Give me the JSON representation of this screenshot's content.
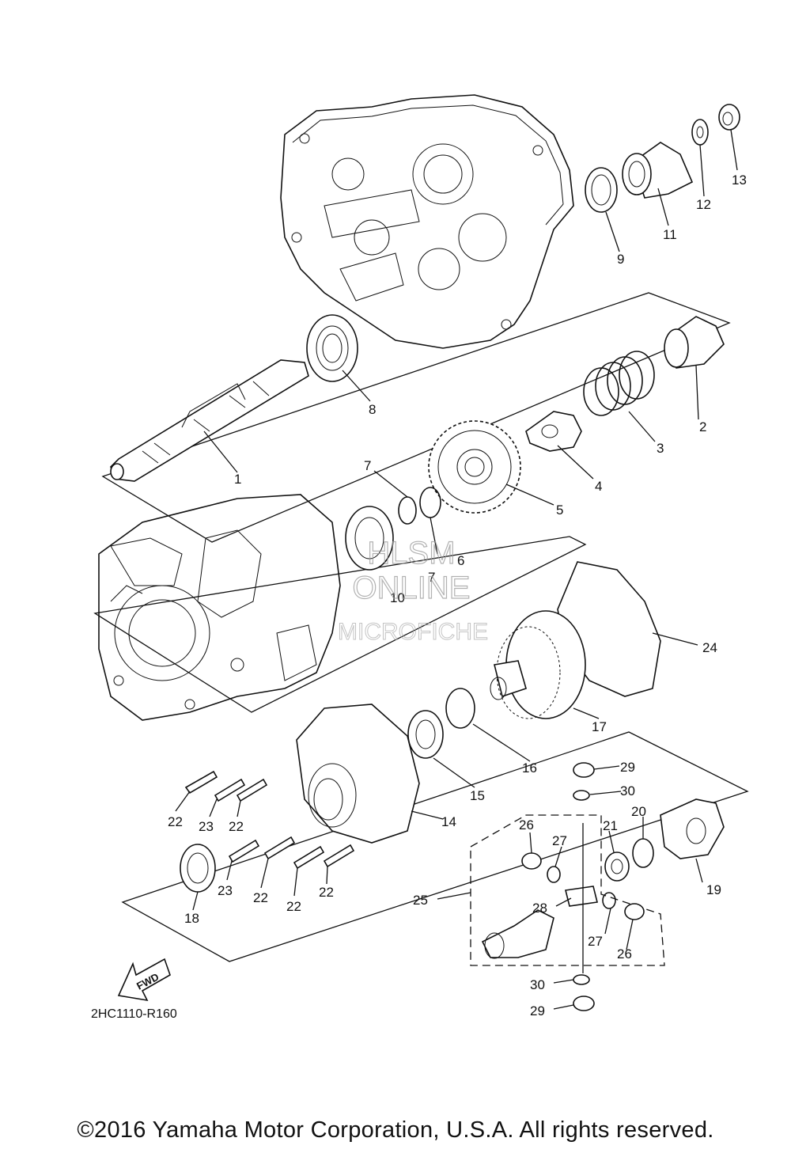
{
  "diagram_code": "2HC1110-R160",
  "fwd_label": "FWD",
  "watermark": {
    "line1": "HLSM",
    "line2": "ONLINE",
    "line3": "MICROFICHE"
  },
  "copyright": "©2016 Yamaha Motor Corporation, U.S.A. All rights reserved.",
  "callouts": {
    "c1": "1",
    "c2": "2",
    "c3": "3",
    "c4": "4",
    "c5": "5",
    "c6": "6",
    "c7a": "7",
    "c7b": "7",
    "c8": "8",
    "c9": "9",
    "c10": "10",
    "c11": "11",
    "c12": "12",
    "c13": "13",
    "c14": "14",
    "c15": "15",
    "c16": "16",
    "c17": "17",
    "c18": "18",
    "c19": "19",
    "c20": "20",
    "c21": "21",
    "c22a": "22",
    "c22b": "22",
    "c22c": "22",
    "c22d": "22",
    "c22e": "22",
    "c23a": "23",
    "c23b": "23",
    "c24": "24",
    "c25": "25",
    "c26a": "26",
    "c26b": "26",
    "c27a": "27",
    "c27b": "27",
    "c28": "28",
    "c29a": "29",
    "c29b": "29",
    "c30a": "30",
    "c30b": "30"
  }
}
